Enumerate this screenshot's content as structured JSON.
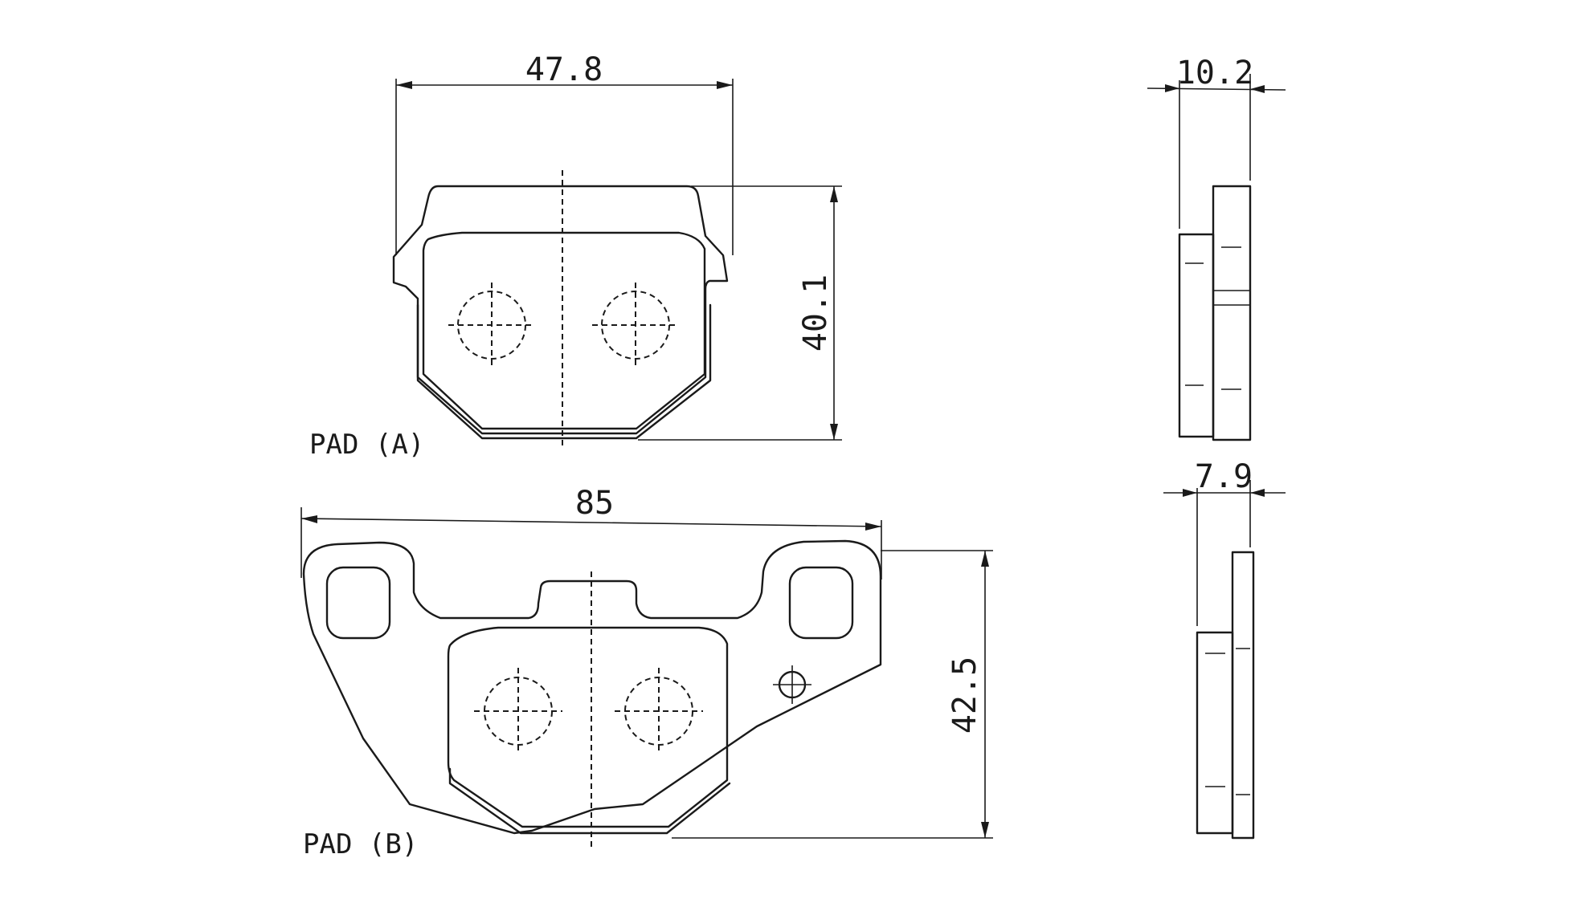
{
  "pad_a": {
    "label": "PAD (A)",
    "width": "47.8",
    "height": "40.1",
    "thickness": "10.2"
  },
  "pad_b": {
    "label": "PAD (B)",
    "width": "85",
    "height": "42.5",
    "thickness": "7.9"
  }
}
